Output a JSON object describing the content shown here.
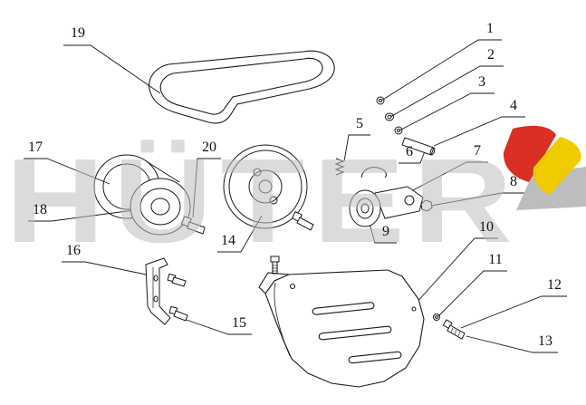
{
  "watermark_text": "HÜTER",
  "callouts": [
    "1",
    "2",
    "3",
    "4",
    "5",
    "6",
    "7",
    "8",
    "9",
    "10",
    "11",
    "12",
    "13",
    "14",
    "15",
    "16",
    "17",
    "18",
    "19",
    "20"
  ],
  "colors": {
    "line": "#1a1a1a",
    "watermark": "#bfbfbf",
    "logo_red": "#db2f23",
    "logo_yellow": "#f0cb00",
    "logo_gray": "#bdbdbd"
  }
}
